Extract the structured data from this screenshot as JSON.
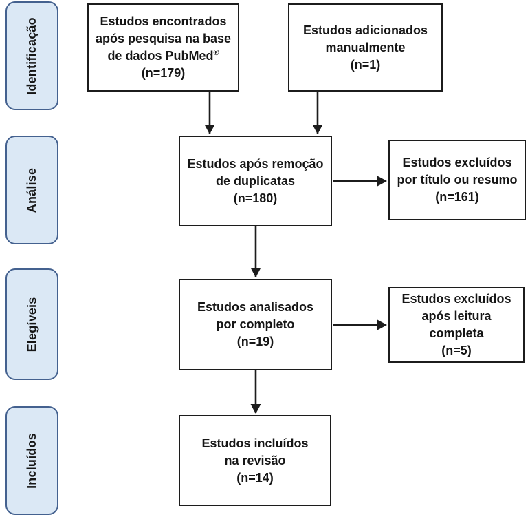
{
  "phases": [
    {
      "label": "Identificação"
    },
    {
      "label": "Análise"
    },
    {
      "label": "Elegíveis"
    },
    {
      "label": "Incluídos"
    }
  ],
  "boxes": {
    "found": {
      "lines": [
        "Estudos encontrados",
        "após pesquisa na base",
        "de dados PubMed"
      ],
      "mark": "®",
      "count": "(n=179)"
    },
    "manual": {
      "lines": [
        "Estudos adicionados",
        "manualmente"
      ],
      "count": "(n=1)"
    },
    "dedup": {
      "lines": [
        "Estudos após remoção",
        "de duplicatas"
      ],
      "count": "(n=180)"
    },
    "excluded_title": {
      "lines": [
        "Estudos excluídos",
        "por título ou resumo"
      ],
      "count": "(n=161)"
    },
    "fulltext": {
      "lines": [
        "Estudos analisados",
        "por completo"
      ],
      "count": "(n=19)"
    },
    "excluded_fulltext": {
      "lines": [
        "Estudos excluídos",
        "após leitura",
        "completa"
      ],
      "count": "(n=5)"
    },
    "included": {
      "lines": [
        "Estudos incluídos",
        "na revisão"
      ],
      "count": "(n=14)"
    }
  },
  "colors": {
    "background": "#ffffff",
    "phase_fill": "#dbe8f5",
    "phase_border": "#44618f",
    "box_border": "#1c1c1c",
    "arrow": "#1c1c1c",
    "text": "#161616"
  }
}
